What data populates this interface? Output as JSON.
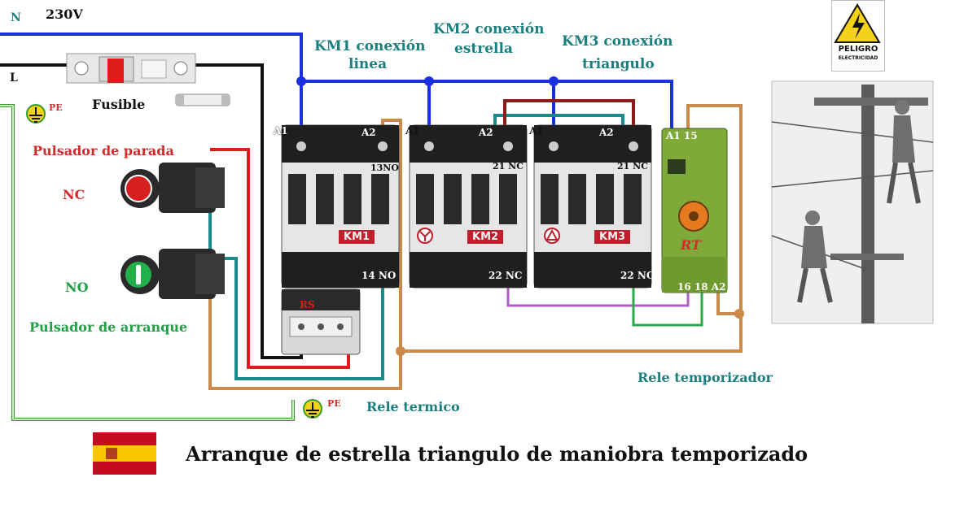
{
  "supply": {
    "voltage": "230V",
    "neutral": "N",
    "line": "L"
  },
  "fuse": {
    "label": "Fusible"
  },
  "earth": {
    "label": "PE"
  },
  "stop_button": {
    "title": "Pulsador de parada",
    "contact": "NC"
  },
  "start_button": {
    "title": "Pulsador de arranque",
    "contact": "NO"
  },
  "contactors": {
    "km1": {
      "heading": "KM1 conexión\nlinea",
      "heading_line1": "KM1 conexión",
      "heading_line2": "linea",
      "badge": "KM1",
      "a1": "A1",
      "a2": "A2",
      "aux_top": "13NO",
      "aux_bottom": "14 NO"
    },
    "km2": {
      "heading_line1": "KM2 conexión",
      "heading_line2": "estrella",
      "badge": "KM2",
      "a1": "A1",
      "a2": "A2",
      "aux_top": "21 NC",
      "aux_bottom": "22 NC"
    },
    "km3": {
      "heading_line1": "KM3 conexión",
      "heading_line2": "triangulo",
      "badge": "KM3",
      "a1": "A1",
      "a2": "A2",
      "aux_top": "21 NC",
      "aux_bottom": "22 NC"
    }
  },
  "thermal_relay": {
    "badge": "RS",
    "label": "Rele termico"
  },
  "timer_relay": {
    "top_terminals": "A1 15",
    "bottom_terminals": "16 18 A2",
    "brand": "RT",
    "label": "Rele temporizador"
  },
  "warning_sign": {
    "line1": "PELIGRO",
    "line2": "ELECTRICIDAD"
  },
  "footer": {
    "title": "Arranque de estrella triangulo de maniobra temporizado"
  },
  "colors": {
    "blue": "#1a2fe0",
    "black": "#111111",
    "red": "#e01b1b",
    "teal": "#1a8a8a",
    "brown": "#c98a4a",
    "purple": "#b05cc0",
    "green": "#2aa84a",
    "darkred": "#8a1a1a",
    "earth": "#3a9a2a",
    "title_teal": "#1a7f7f"
  }
}
